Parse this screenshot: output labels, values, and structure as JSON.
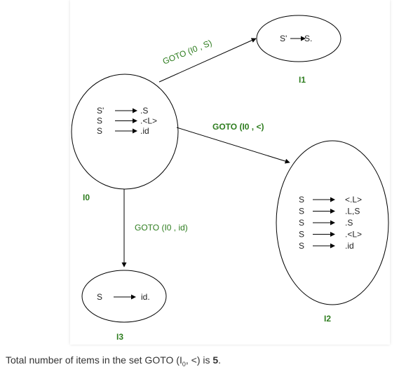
{
  "colors": {
    "label_green": "#2e7d1f",
    "stroke": "#000000"
  },
  "states": {
    "I0": {
      "name": "I0",
      "items": [
        {
          "lhs": "S'",
          "rhs": ".S"
        },
        {
          "lhs": "S",
          "rhs": ".<L>"
        },
        {
          "lhs": "S",
          "rhs": ".id"
        }
      ]
    },
    "I1": {
      "name": "I1",
      "items": [
        {
          "lhs": "S'",
          "rhs": "S."
        }
      ]
    },
    "I2": {
      "name": "I2",
      "items": [
        {
          "lhs": "S",
          "rhs": "<.L>"
        },
        {
          "lhs": "S",
          "rhs": ".L,S"
        },
        {
          "lhs": "S",
          "rhs": ".S"
        },
        {
          "lhs": "S",
          "rhs": ".<L>"
        },
        {
          "lhs": "S",
          "rhs": ".id"
        }
      ]
    },
    "I3": {
      "name": "I3",
      "items": [
        {
          "lhs": "S",
          "rhs": "id."
        }
      ]
    }
  },
  "edges": {
    "to_I1": "GOTO (I0 , S)",
    "to_I2": "GOTO (I0 , <)",
    "to_I3": "GOTO (I0 , id)"
  },
  "caption": {
    "prefix": "Total number of items in the set GOTO (I",
    "subscript": "0",
    "middle": ", <) is ",
    "count": "5",
    "suffix": "."
  }
}
